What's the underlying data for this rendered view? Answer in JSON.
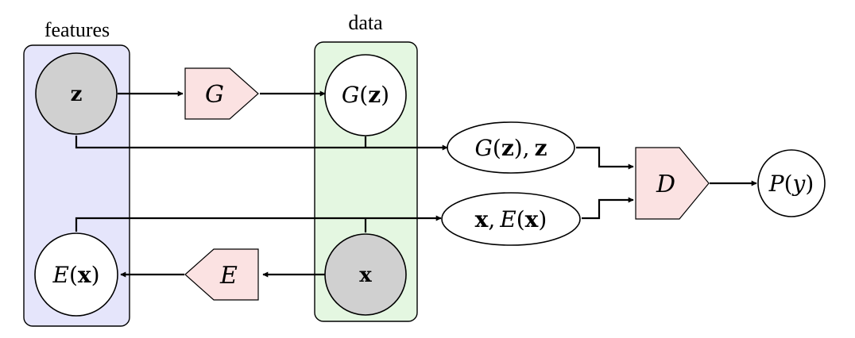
{
  "groups": {
    "features": {
      "title": "features",
      "fill": "#e5e5fb"
    },
    "data": {
      "title": "data",
      "fill": "#e4f7e1"
    }
  },
  "nodes": {
    "z": {
      "label": "z",
      "fill": "#d0d0d0"
    },
    "gz": {
      "fn": "G",
      "open": "(",
      "arg": "z",
      "close": ")",
      "fill": "#ffffff"
    },
    "x": {
      "label": "x",
      "fill": "#d0d0d0"
    },
    "ex": {
      "fn": "E",
      "open": "(",
      "arg": "x",
      "close": ")",
      "fill": "#ffffff"
    },
    "gz_z": {
      "fn": "G",
      "open": "(",
      "arg": "z",
      "close": "),",
      "tail": "z",
      "fill": "#ffffff"
    },
    "x_ex": {
      "head": "x",
      "sep": ",",
      "fn": "E",
      "open": "(",
      "arg": "x",
      "close": ")",
      "fill": "#ffffff"
    },
    "py": {
      "fn": "P",
      "open": "(",
      "arg": "y",
      "close": ")",
      "fill": "#ffffff"
    }
  },
  "functions": {
    "g": {
      "label": "G",
      "fill": "#fbe2e2"
    },
    "e": {
      "label": "E",
      "fill": "#fbe2e2"
    },
    "d": {
      "label": "D",
      "fill": "#fbe2e2"
    }
  }
}
